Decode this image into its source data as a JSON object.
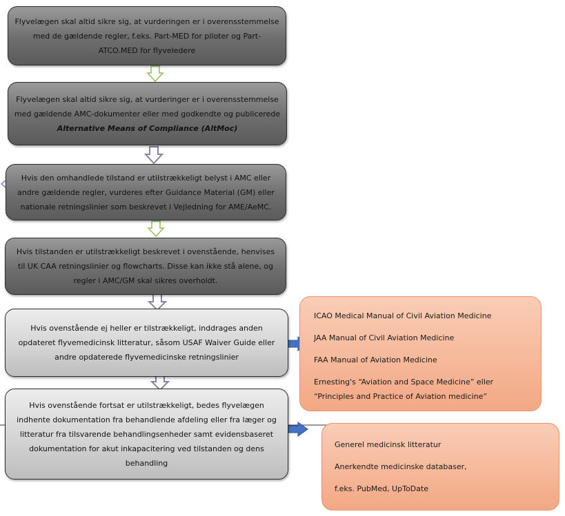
{
  "steps": [
    {
      "lines": [
        "Flyvelægen skal altid sikre sig, at vurderingen er i overensstemmelse",
        "med de gældende regler, f.eks. Part-MED for piloter og Part-",
        "ATCO.MED for flyveledere"
      ]
    },
    {
      "lines": [
        "Flyvelægen skal altid sikre sig, at vurderinger er i overensstemmelse",
        "med gældende AMC-dokumenter eller med godkendte og publicerede",
        "Alternative Means of Compliance (AltMoc)"
      ]
    },
    {
      "lines": [
        "Hvis den omhandlede tilstand er utilstrækkeligt belyst i AMC eller",
        "andre gældende regler, vurderes efter Guidance Material (GM) eller",
        "nationale retningslinier som beskrevet i Vejledning for AME/AeMC."
      ]
    },
    {
      "lines": [
        "Hvis tilstanden er utilstrækkeligt beskrevet i ovenstående, henvises",
        "til UK CAA retningslinier og flowcharts. Disse kan ikke stå alene, og",
        "regler i AMC/GM skal sikres overholdt."
      ]
    },
    {
      "lines": [
        "Hvis ovenstående ej heller er tilstrækkeligt, inddrages anden",
        "opdateret flyvemedicinsk litteratur, såsom USAF Waiver Guide eller",
        "andre opdaterede flyvemedicinske retningslinier"
      ]
    },
    {
      "lines": [
        "Hvis ovenstående fortsat er utilstrækkeligt, bedes flyvelægen",
        "indhente dokumentation fra behandlende afdeling eller fra læger og",
        "litteratur fra tilsvarende behandlingsenheder samt evidensbaseret",
        "dokumentation for akut inkapacitering ved tilstanden og dens",
        "behandling"
      ]
    }
  ],
  "side1": {
    "items": [
      "ICAO Medical Manual of Civil Aviation Medicine",
      "JAA Manual of Civil Aviation Medicine",
      "FAA Manual of Aviation Medicine",
      "Ernesting's “Aviation and Space Medicine” eller",
      "“Principles and Practice of Aviation medicine”"
    ]
  },
  "side2": {
    "items": [
      "Generel medicinsk litteratur",
      "Anerkendte medicinske databaser,",
      "f.eks. PubMed, UpToDate"
    ]
  },
  "colors": {
    "arrow_green": "#8cc24d",
    "arrow_purple": "#8c7fa6",
    "arrow_blue": "#4472c4",
    "side_fill": "#f4b090"
  }
}
